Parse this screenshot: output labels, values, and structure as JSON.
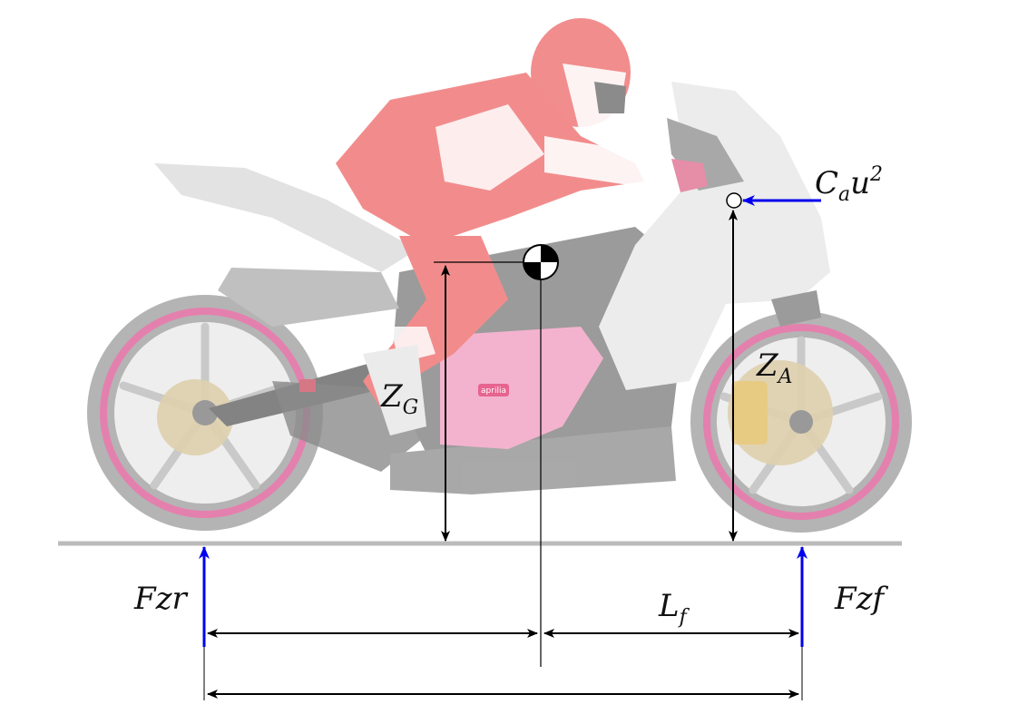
{
  "diagram": {
    "labels": {
      "aero_force": {
        "base": "C",
        "sub": "a",
        "mid": "u",
        "sup": "2"
      },
      "cg_height": {
        "base": "Z",
        "sub": "G"
      },
      "aero_height": {
        "base": "Z",
        "sub": "A"
      },
      "front_cg_distance": {
        "base": "L",
        "sub": "f"
      },
      "rear_normal_force": "Fzr",
      "front_normal_force": "Fzf"
    },
    "brand_decal": "aprilia",
    "colors": {
      "force_arrow": "#0000ee",
      "dimension": "#000000",
      "ground": "#bbbbbb",
      "rider_suit": "#ee7777",
      "rim": "#e0609a",
      "tyre": "#aaaaaa",
      "fairing": "#c8c8c8",
      "fuel_tank": "#f4a0c0"
    }
  }
}
